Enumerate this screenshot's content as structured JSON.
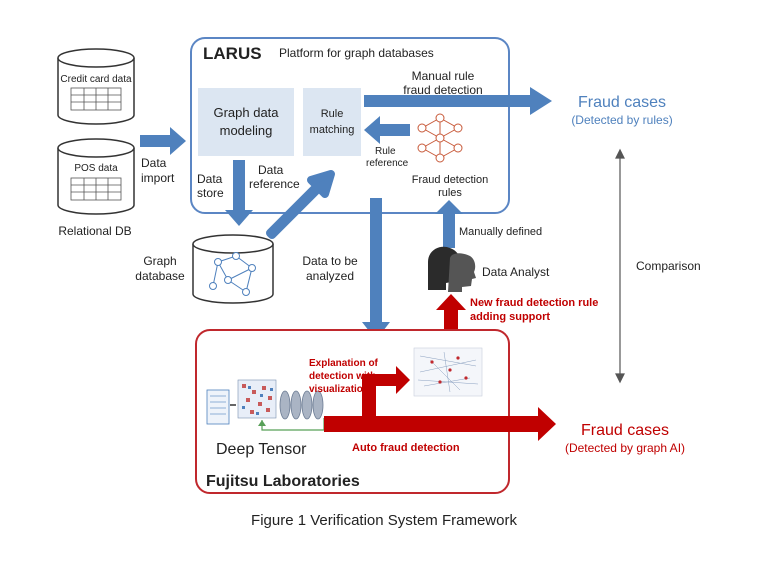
{
  "colors": {
    "blue_box": "#5b86c4",
    "red_box": "#c0282d",
    "blue_arrow": "#4f81bd",
    "red_arrow": "#c00000",
    "light_box": "#dce6f2",
    "fraud_blue_text": "#4f81bd",
    "fraud_red_text": "#c00000"
  },
  "relational_db": {
    "cylinder1_label": "Credit card data",
    "cylinder2_label": "POS data",
    "caption": "Relational DB",
    "import_label_line1": "Data",
    "import_label_line2": "import"
  },
  "larus": {
    "title": "LARUS",
    "subtitle": "Platform for graph databases",
    "graph_modeling_line1": "Graph data",
    "graph_modeling_line2": "modeling",
    "rule_matching_line1": "Rule",
    "rule_matching_line2": "matching",
    "manual_rule_line1": "Manual rule",
    "manual_rule_line2": "fraud detection",
    "rule_reference_line1": "Rule",
    "rule_reference_line2": "reference",
    "fraud_rules_line1": "Fraud detection",
    "fraud_rules_line2": "rules",
    "data_store_line1": "Data",
    "data_store_line2": "store",
    "data_reference_line1": "Data",
    "data_reference_line2": "reference"
  },
  "graph_db": {
    "label_line1": "Graph",
    "label_line2": "database"
  },
  "middle": {
    "analyzed_line1": "Data to be",
    "analyzed_line2": "analyzed",
    "manually_defined": "Manually defined",
    "data_analyst": "Data Analyst",
    "new_rule_line1": "New fraud detection rule",
    "new_rule_line2": "adding support",
    "comparison": "Comparison"
  },
  "fraud_rules_out": {
    "title": "Fraud cases",
    "subtitle": "(Detected by rules)"
  },
  "fujitsu": {
    "title": "Fujitsu Laboratories",
    "deep_tensor": "Deep Tensor",
    "explanation_line1": "Explanation of",
    "explanation_line2": "detection with",
    "explanation_line3": "visualization",
    "auto_detection": "Auto fraud detection"
  },
  "fraud_ai_out": {
    "title": "Fraud cases",
    "subtitle": "(Detected by graph AI)"
  },
  "figure_caption": "Figure 1 Verification System Framework"
}
